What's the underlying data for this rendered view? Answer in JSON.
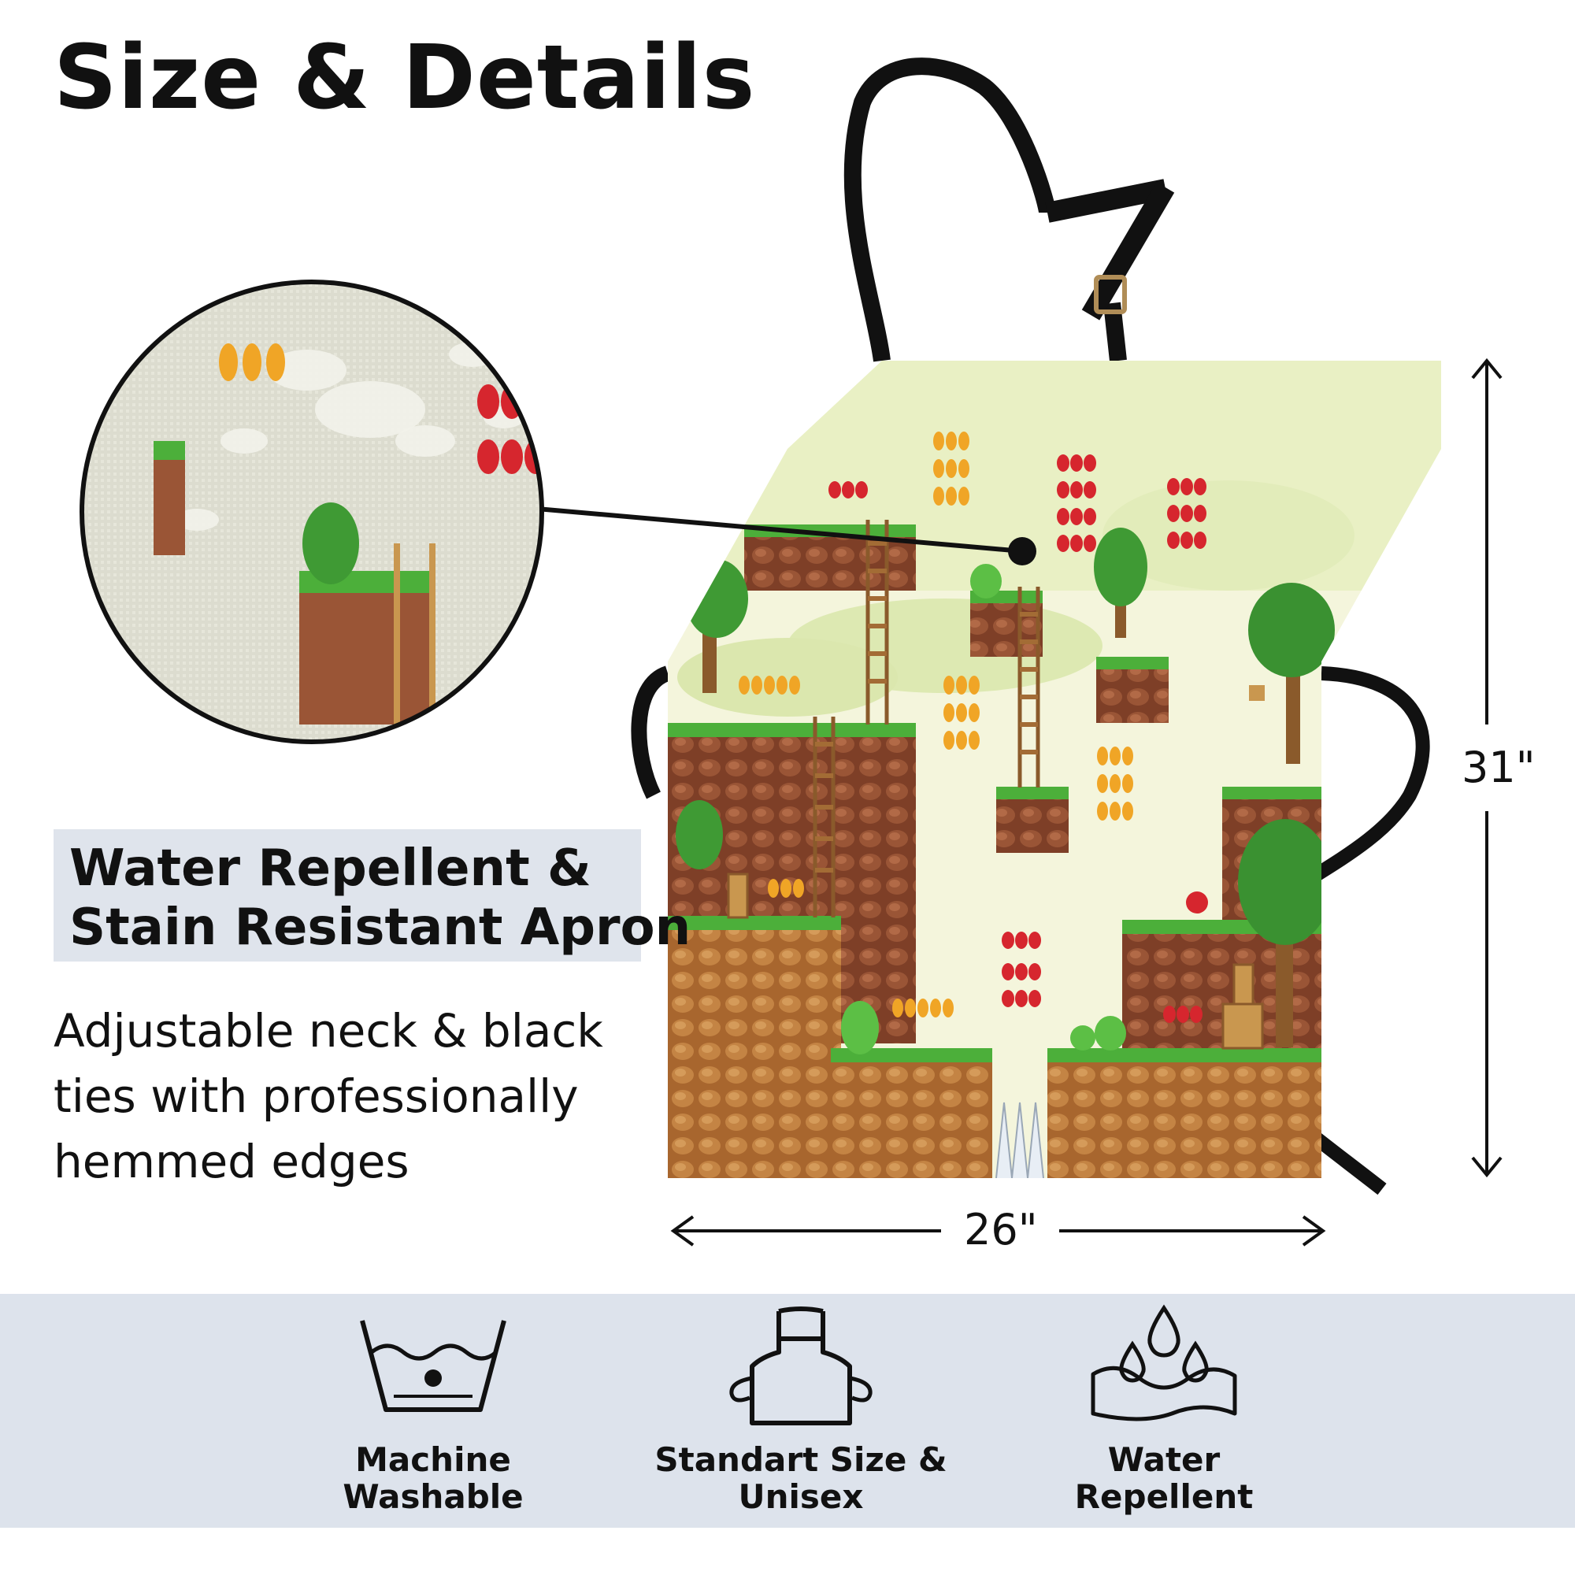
{
  "title": "Size & Details",
  "feature": {
    "line1": "Water Repellent &",
    "line2": "Stain Resistant Apron"
  },
  "description": {
    "line1": "Adjustable neck & black",
    "line2": "ties with professionally",
    "line3": "hemmed edges"
  },
  "dimensions": {
    "width": "26\"",
    "height": "31\""
  },
  "features": [
    {
      "icon": "washing-basin-icon",
      "line1": "Machine",
      "line2": "Washable"
    },
    {
      "icon": "apron-outline-icon",
      "line1": "Standart Size &",
      "line2": "Unisex"
    },
    {
      "icon": "water-drops-icon",
      "line1": "Water",
      "line2": "Repellent"
    }
  ],
  "colors": {
    "band": "#dde3ec",
    "strap": "#111111",
    "grass": "#4caf3a",
    "dirt": "#8b4a2f",
    "sky": "#eef3cf"
  }
}
